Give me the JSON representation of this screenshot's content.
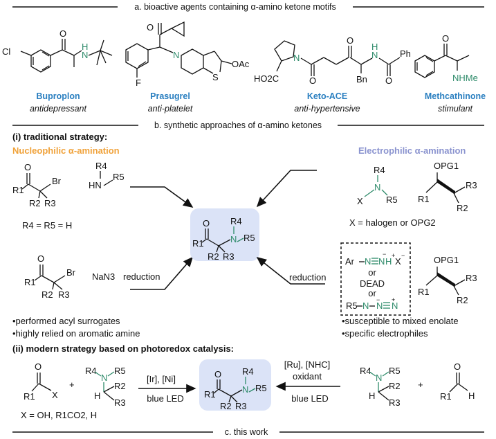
{
  "sections": {
    "a": "a. bioactive agents containing α-amino ketone motifs",
    "b": "b. synthetic approaches of α-amino ketones",
    "c": "c. this work"
  },
  "drugs": [
    {
      "name": "Buproplon",
      "role": "antidepressant"
    },
    {
      "name": "Prasugrel",
      "role": "anti-platelet"
    },
    {
      "name": "Keto-ACE",
      "role": "anti-hypertensive"
    },
    {
      "name": "Methcathinone",
      "role": "stimulant"
    }
  ],
  "atoms": {
    "cl": "Cl",
    "o": "O",
    "h": "H",
    "n": "N",
    "f": "F",
    "s": "S",
    "oac": "OAc",
    "ho2c": "HO2C",
    "bn": "Bn",
    "ph": "Ph",
    "nhme": "NHMe",
    "br": "Br",
    "x": "X",
    "r1": "R1",
    "r2": "R2",
    "r3": "R3",
    "r4": "R4",
    "r5": "R5",
    "opg1": "OPG1",
    "hn": "HN",
    "nan3": "NaN3",
    "ar": "Ar",
    "dead": "DEAD",
    "or": "or",
    "minus": "−",
    "plus": "+"
  },
  "traditional": {
    "title": "(i) traditional strategy:",
    "nucleophilic": "Nucleophilic α-amination",
    "electrophilic": "Electrophilic α-amination",
    "r4r5": "R4 = R5 = H",
    "x_def": "X = halogen or OPG2",
    "reduction_left": "reduction",
    "reduction_right": "reduction",
    "bullets_left": [
      "•performed acyl surrogates",
      "•highly relied on aromatic amine"
    ],
    "bullets_right": [
      "•susceptible to mixed enolate",
      "•specific electrophiles"
    ]
  },
  "modern": {
    "title": "(ii) modern strategy based on photoredox catalysis:",
    "left_catalysts": "[Ir], [Ni]",
    "left_light": "blue LED",
    "right_catalysts": "[Ru], [NHC]",
    "right_oxidant": "oxidant",
    "right_light": "blue LED",
    "x_def": "X = OH, R1CO2, H"
  },
  "colors": {
    "nucleophilic": "#f0a23a",
    "electrophilic": "#8a93cf",
    "drug_name": "#2a7fc0",
    "highlight": "#dbe3f7",
    "nitrogen": "#2e8b6a"
  }
}
